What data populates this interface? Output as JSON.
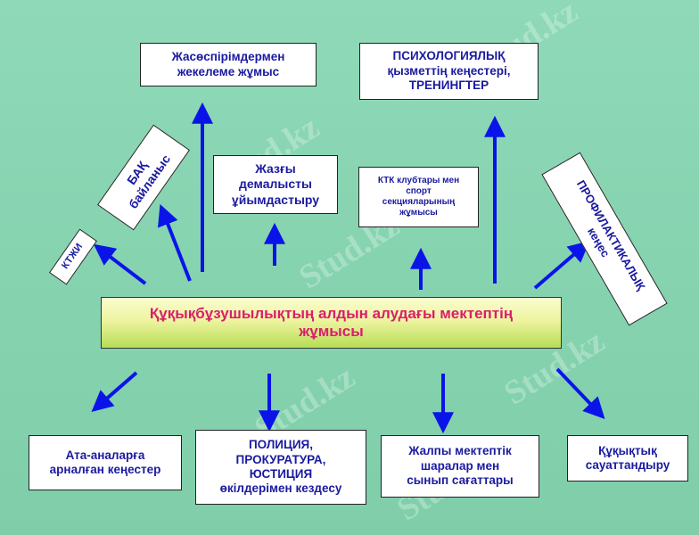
{
  "colors": {
    "background": "#88d4b2",
    "arrow": "#0a14e8",
    "box_text": "#1a1aa0",
    "center_text": "#d81f6b"
  },
  "watermark": "Stud.kz",
  "center": {
    "text": "Құқықбұзушылықтың алдын алудағы мектептің\nжұмысы"
  },
  "top_boxes": {
    "individual_work": "Жасөспірімдермен\nжекелеме жұмыс",
    "psychology": "ПСИХОЛОГИЯЛЫҚ\nқызметтің кеңестері,\nТРЕНИНГТЕР",
    "summer_rest": "Жазғы\nдемалысты\nұйымдастыру",
    "clubs": "КТК клубтары мен\nспорт\nсекцияларының\nжұмысы"
  },
  "rotated_boxes": {
    "ktizhi": "КТЖИ",
    "media": "БАҚ\nбайланыс",
    "prevention": "ПРОФИЛАКТИКАЛЫҚ\nкеңес"
  },
  "bottom_boxes": {
    "parents": "Ата-аналарға\nарналған кеңестер",
    "police": "ПОЛИЦИЯ,\nПРОКУРАТУРА,\nЮСТИЦИЯ\nөкілдерімен кездесу",
    "school_events": "Жалпы мектептік\nшаралар мен\nсынып сағаттары",
    "legal": "Құқықтық\nсауаттандыру"
  }
}
